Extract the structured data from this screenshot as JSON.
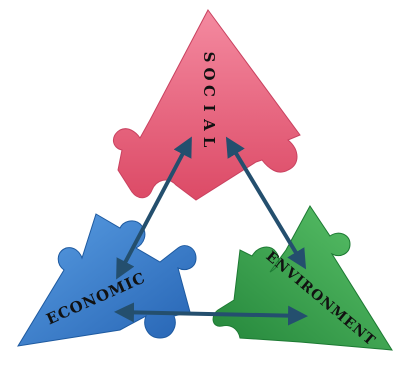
{
  "diagram": {
    "social_label": "SOCIAL",
    "economic_label": "ECONOMIC",
    "environment_label": "ENVIRONMENT",
    "colors": {
      "social": "#e8566f",
      "social_light": "#f27b92",
      "economic": "#2f74c6",
      "economic_light": "#4b92dc",
      "environment": "#2f9a40",
      "environment_light": "#4cb85a",
      "arrow": "#244f6e",
      "label": "#111111"
    },
    "icons": [
      "jigsaw-piece-icon",
      "double-arrow-icon"
    ]
  }
}
